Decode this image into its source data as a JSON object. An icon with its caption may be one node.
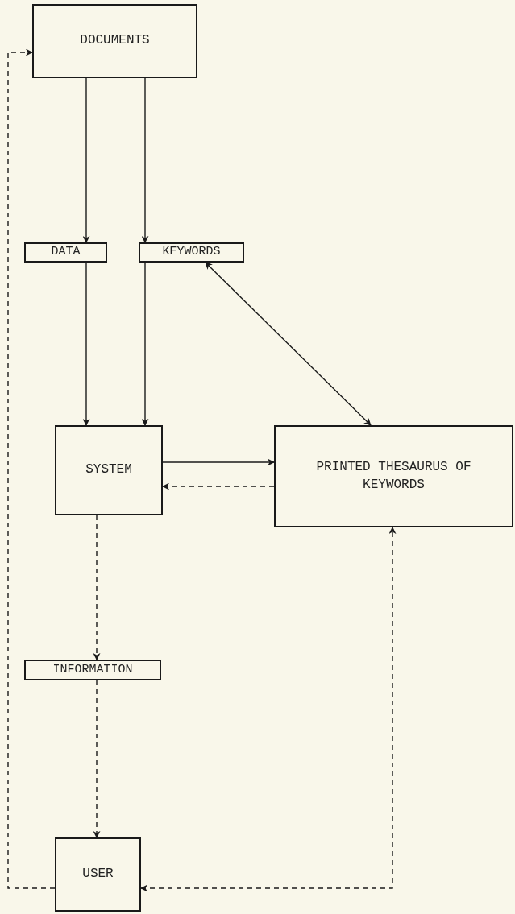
{
  "diagram": {
    "nodes": [
      {
        "text": [
          "DOCUMENTS"
        ]
      },
      {
        "text": [
          "DATA"
        ]
      },
      {
        "text": [
          "KEYWORDS"
        ]
      },
      {
        "text": [
          "SYSTEM"
        ]
      },
      {
        "text": [
          "PRINTED THESAURUS OF KEYWORDS"
        ]
      },
      {
        "text": [
          "INFORMATION"
        ]
      },
      {
        "text": [
          "USER"
        ]
      }
    ],
    "edges": [
      {
        "from": 0,
        "to": 1,
        "arrow": "to"
      },
      {
        "from": 0,
        "to": 2,
        "arrow": "to"
      },
      {
        "from": 1,
        "to": 3,
        "arrow": "to"
      },
      {
        "from": 2,
        "to": 3,
        "arrow": "to"
      },
      {
        "from": 2,
        "to": 4,
        "arrow": "both"
      },
      {
        "from": 3,
        "to": 4,
        "arrow": "to"
      },
      {
        "from": 4,
        "to": 3,
        "arrow": "to",
        "style": "dashed"
      },
      {
        "from": 3,
        "to": 5,
        "arrow": "to",
        "style": "dashed"
      },
      {
        "from": 5,
        "to": 6,
        "arrow": "to",
        "style": "dashed"
      },
      {
        "from": 6,
        "to": 0,
        "arrow": "to",
        "style": "dashed"
      },
      {
        "from": 6,
        "to": 4,
        "arrow": "both",
        "style": "dashed"
      }
    ]
  }
}
